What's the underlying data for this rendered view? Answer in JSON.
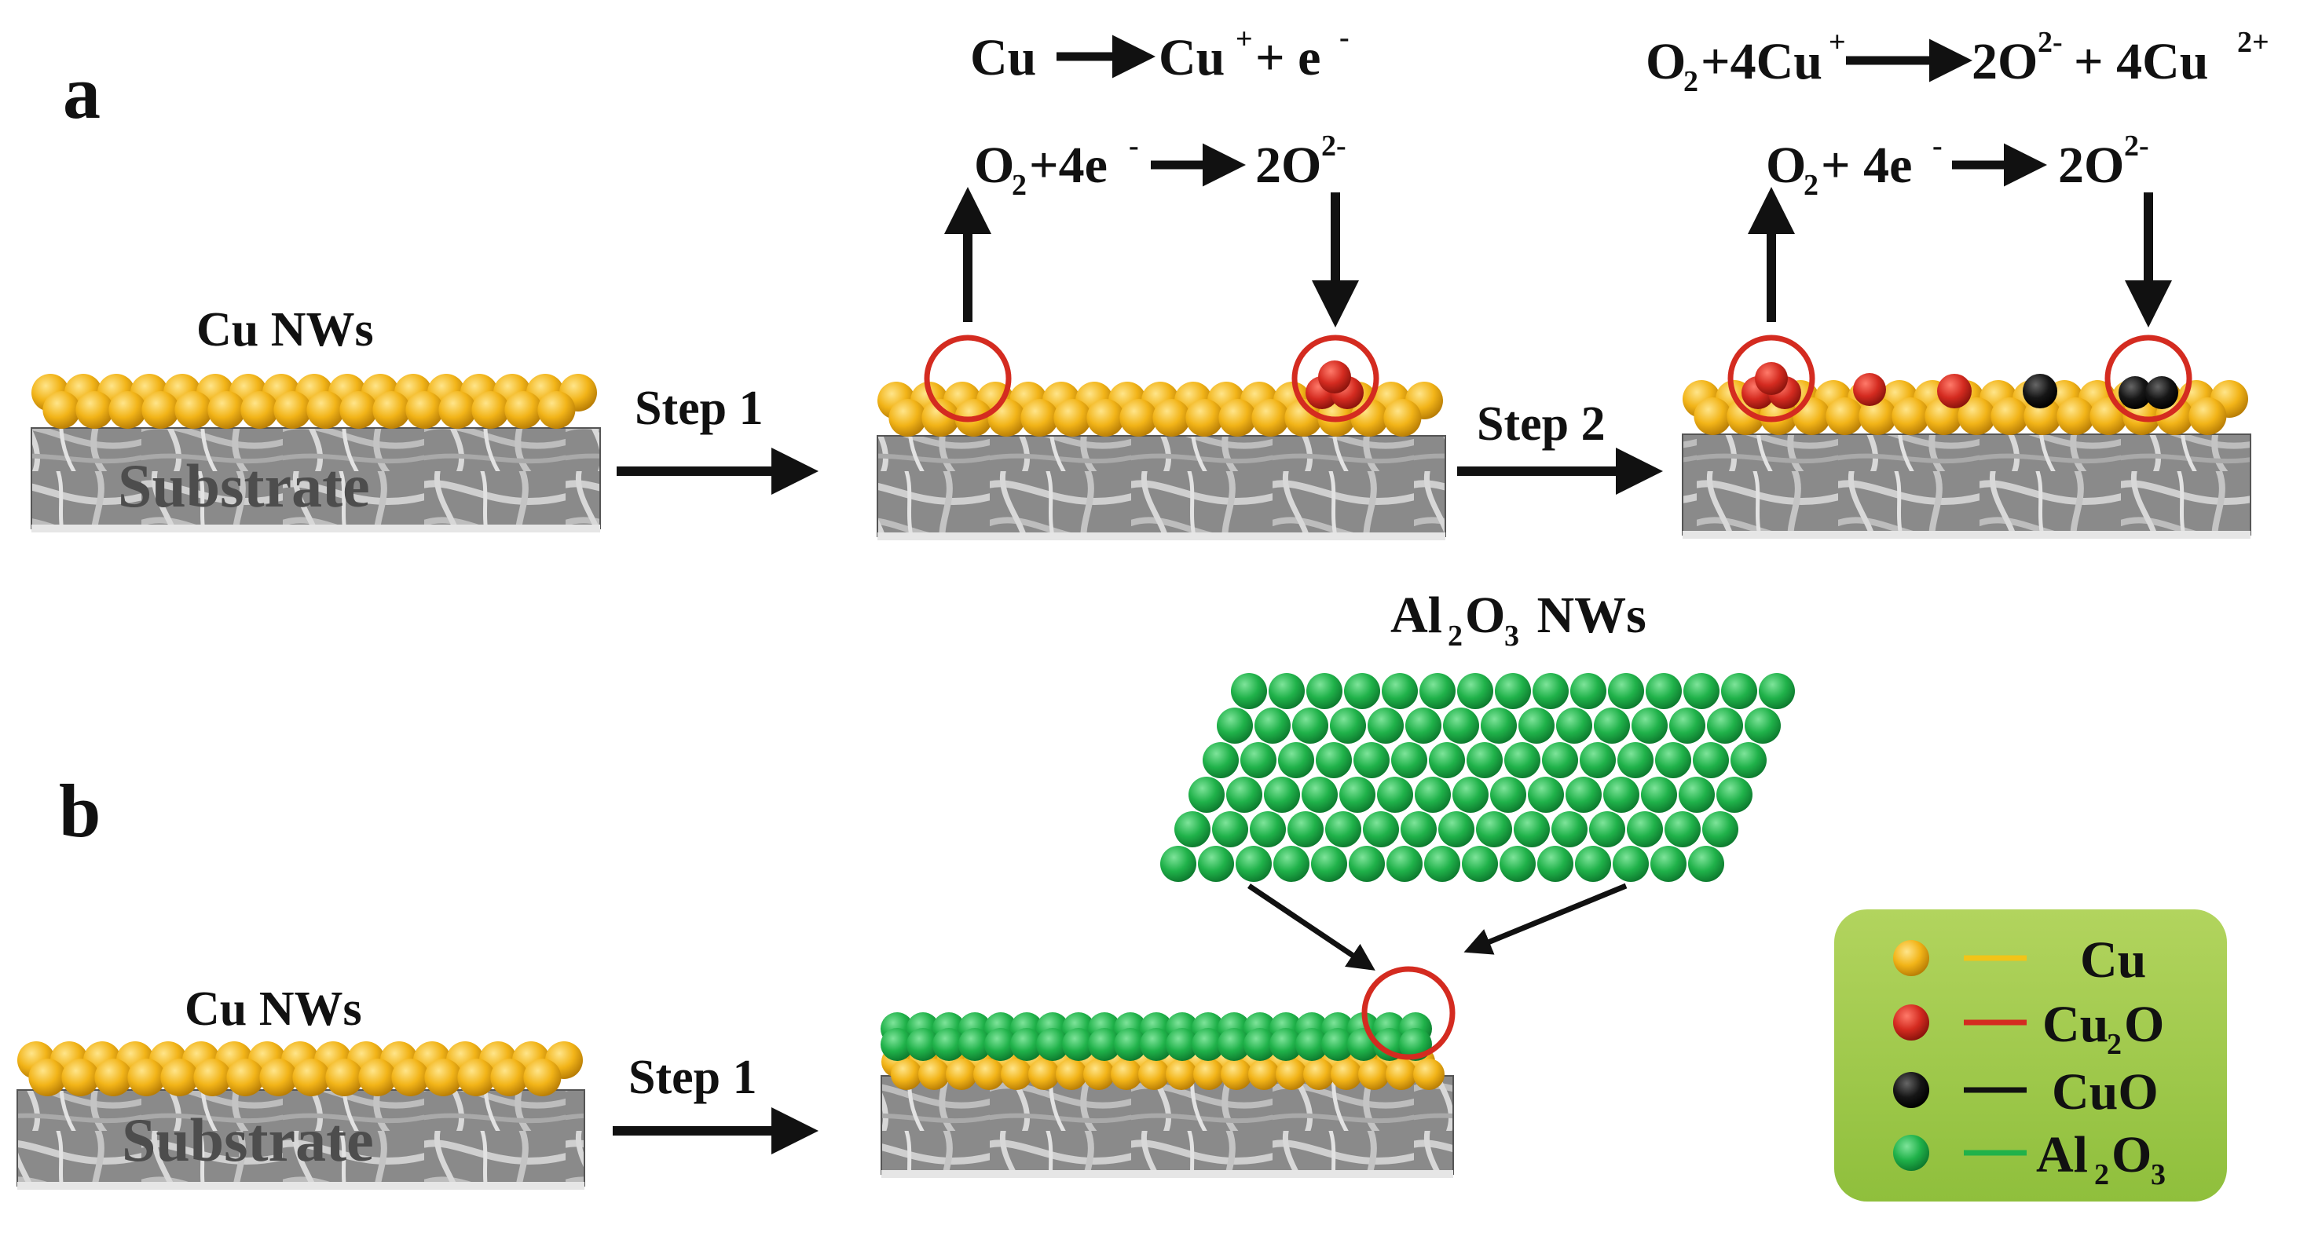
{
  "panels": {
    "a": {
      "label": "a",
      "cu_nws": "Cu NWs",
      "substrate": "Substrate",
      "step1": "Step 1",
      "step2": "Step 2",
      "eq1": {
        "left": "Cu",
        "right": "Cu",
        "right_sup": "+",
        "extra": "+ e",
        "extra_sup": "-"
      },
      "eq2": {
        "left": "O",
        "left_sub": "2",
        "left_rest": "+4e",
        "left_sup": "-",
        "right": "2O",
        "right_sup": "2-"
      },
      "eq3": {
        "p1": "O",
        "p1_sub": "2",
        "p2": "+4Cu",
        "p2_sup": "+",
        "r1": "2O",
        "r1_sup": "2-",
        "r2": "+ 4Cu",
        "r2_sup": "2+"
      },
      "eq4": {
        "left": "O",
        "left_sub": "2",
        "left_rest": "+ 4e",
        "left_sup": "-",
        "right": "2O",
        "right_sup": "2-"
      }
    },
    "b": {
      "label": "b",
      "cu_nws": "Cu NWs",
      "substrate": "Substrate",
      "step1": "Step 1",
      "al2o3": {
        "base": "Al",
        "sub1": "2",
        "mid": "O",
        "sub2": "3",
        "rest": " NWs"
      }
    }
  },
  "legend": {
    "items": [
      {
        "label": "Cu",
        "color": "#f2b418"
      },
      {
        "label": "Cu",
        "sub": "2",
        "rest": "O",
        "color": "#d42b20"
      },
      {
        "label": "CuO",
        "color": "#111111"
      },
      {
        "label": "Al",
        "sub": "2",
        "rest": "O",
        "sub2": "3",
        "color": "#20b24a"
      }
    ],
    "background": "#9dc84a"
  },
  "colors": {
    "cu": "#f2b418",
    "cu2o": "#d42b20",
    "cuo": "#111111",
    "al2o3": "#20b24a",
    "highlight_circle": "#d42b20"
  }
}
